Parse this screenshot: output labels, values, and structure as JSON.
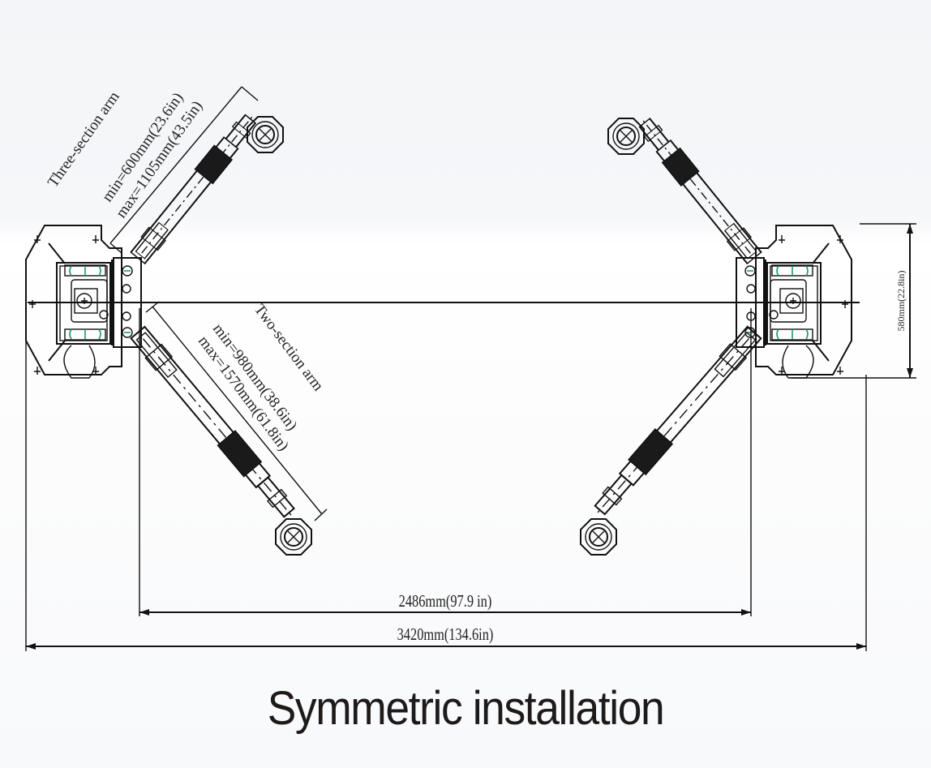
{
  "diagram": {
    "caption": "Symmetric installation",
    "three_section_arm": {
      "label": "Three-section arm",
      "min": "min=600mm(23.6in)",
      "max": "max=1105mm(43.5in)"
    },
    "two_section_arm": {
      "label": "Two-section arm",
      "min": "min=980mm(38.6in)",
      "max": "max=1570mm(61.8in)"
    },
    "dimensions": {
      "inner_width": "2486mm(97.9 in)",
      "overall_width": "3420mm(134.6in)",
      "column_depth": "580mm(22.8in)"
    },
    "colors": {
      "line": "#111111",
      "accent_green": "#1a9a6a",
      "caption": "#1e1a1a"
    }
  }
}
